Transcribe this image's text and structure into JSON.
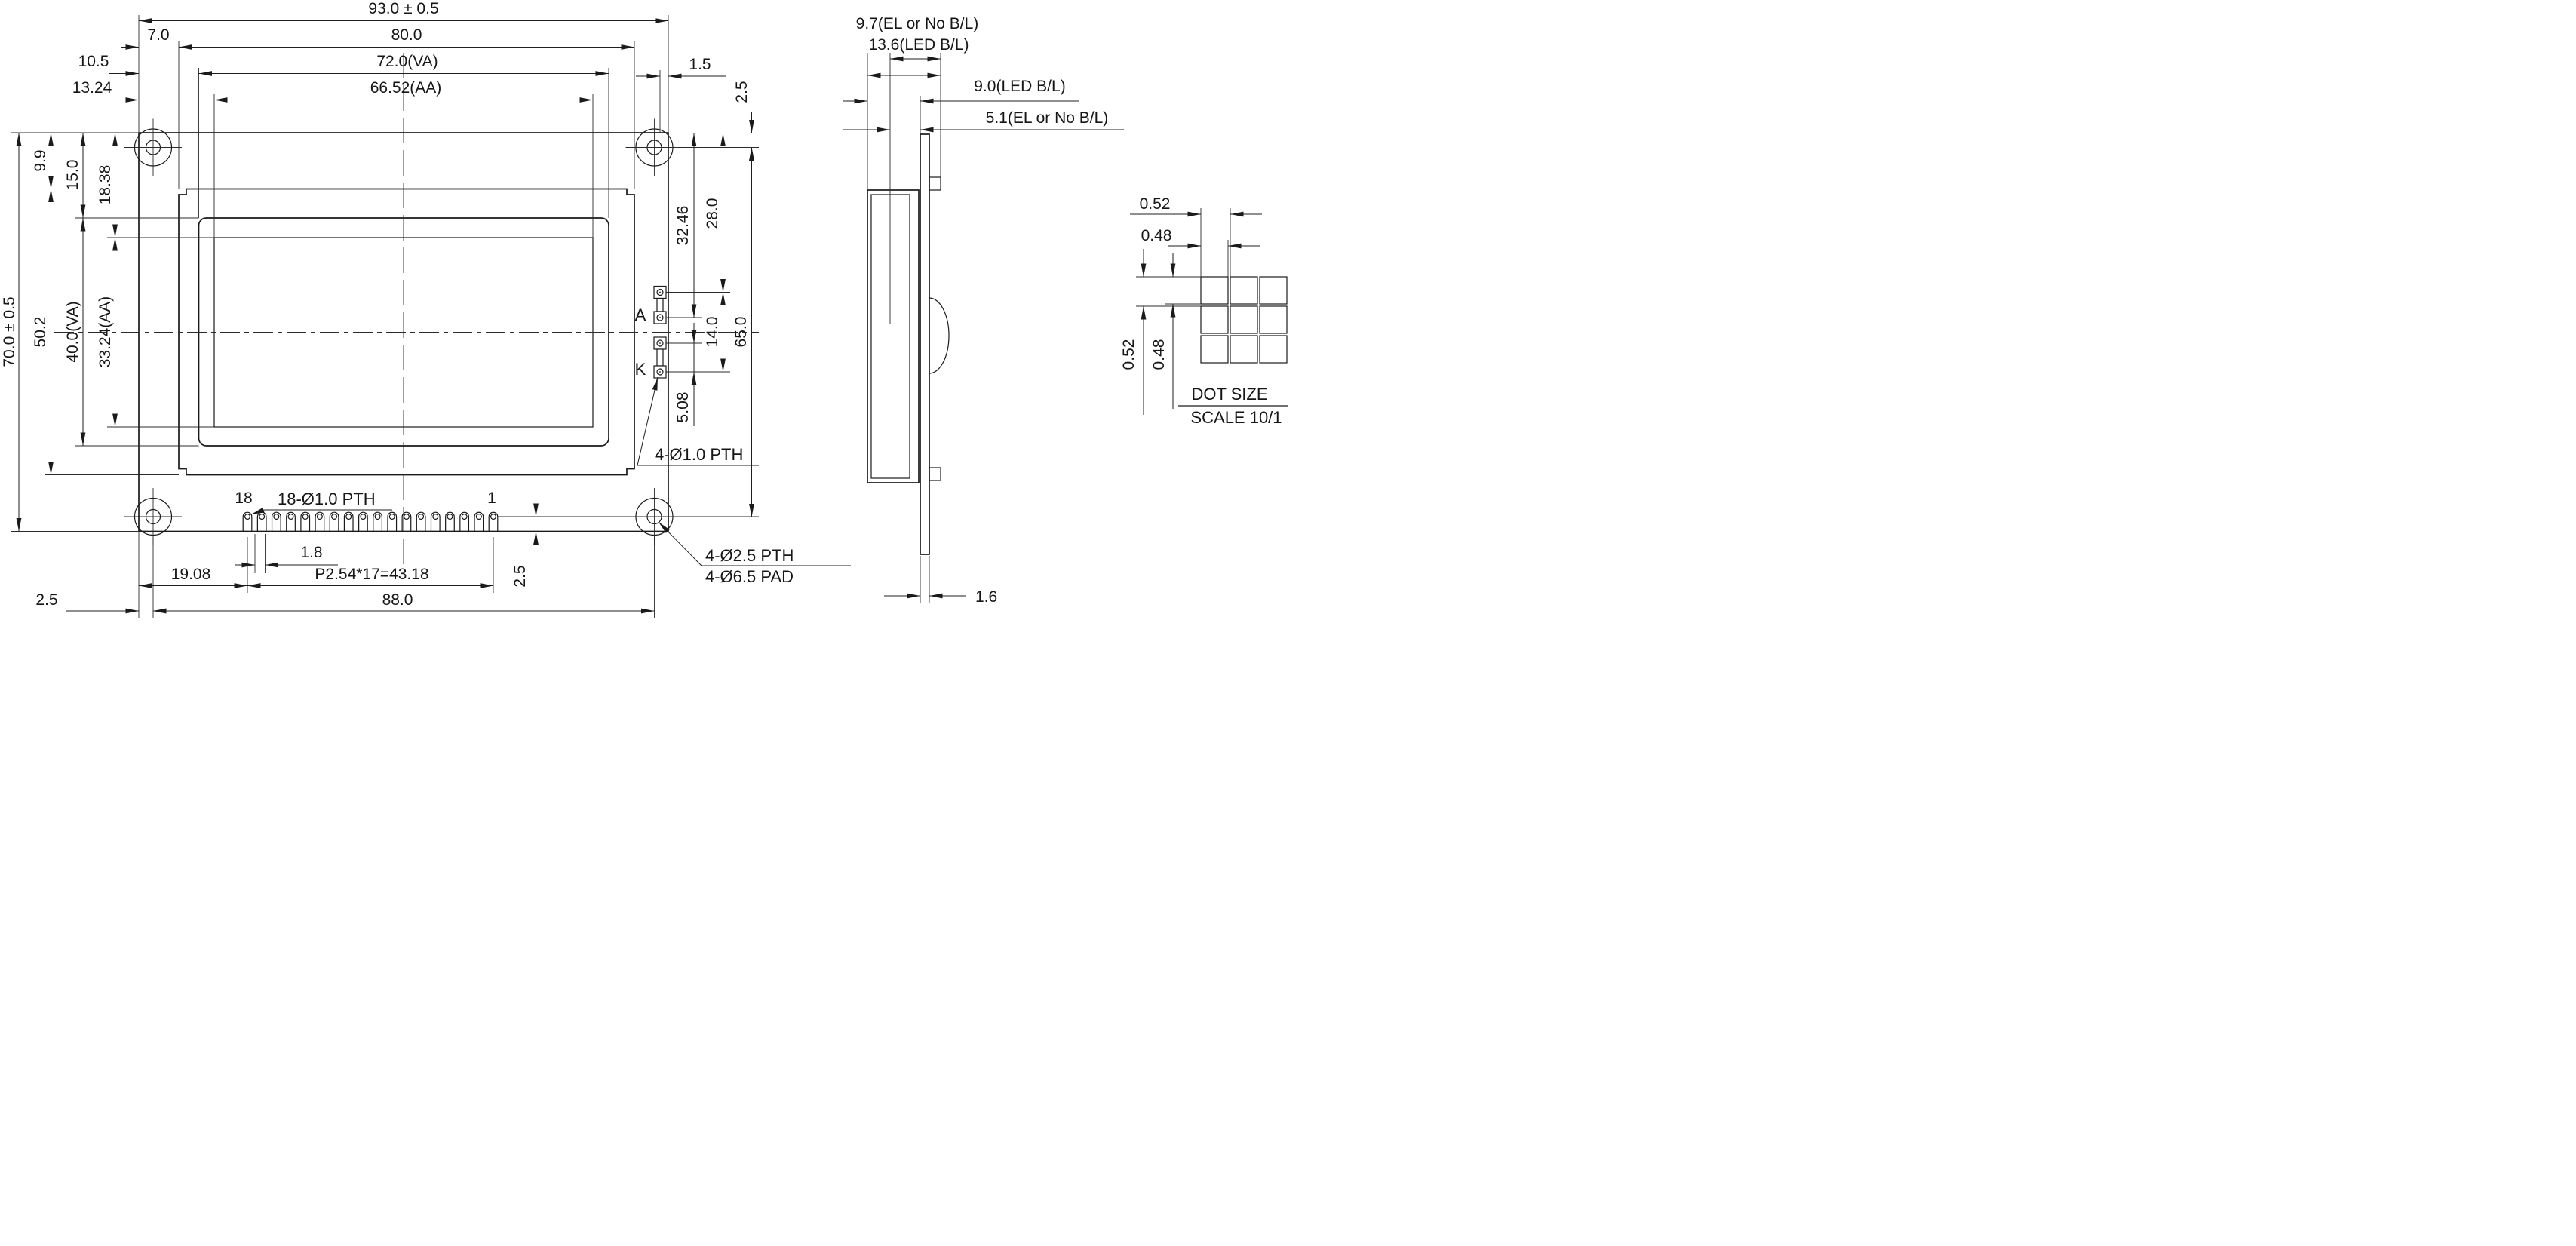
{
  "front": {
    "top": {
      "overall": "93.0 ± 0.5",
      "bezel": "80.0",
      "bezel_offset": "7.0",
      "va": "72.0(VA)",
      "va_offset": "10.5",
      "aa": "66.52(AA)",
      "aa_offset": "13.24",
      "ak_to_edge": "1.5",
      "hole_offset": "2.5"
    },
    "left": {
      "overall": "70.0 ± 0.5",
      "bezel_top": "9.9",
      "bezel": "50.2",
      "va_top": "15.0",
      "va": "40.0(VA)",
      "aa_top": "18.38",
      "aa": "33.24(AA)"
    },
    "right": {
      "a_top": "28.0",
      "a_bottom": "32.46",
      "a_to_k": "14.0",
      "k_pitch": "5.08",
      "hole_span": "65.0",
      "anode": "A",
      "cathode": "K",
      "backlight_note": "4-Ø1.0 PTH"
    },
    "bottom": {
      "pin18": "18",
      "pin1": "1",
      "pins_note": "18-Ø1.0 PTH",
      "pad_gap": "1.8",
      "pin18_offset": "19.08",
      "pitch": "P2.54*17=43.18",
      "row_offset": "2.5",
      "hole_offset": "2.5",
      "hole_span": "88.0",
      "mount_note1": "4-Ø2.5 PTH",
      "mount_note2": "4-Ø6.5 PAD"
    }
  },
  "side": {
    "el_total": "9.7(EL or No B/L)",
    "led_total": "13.6(LED B/L)",
    "led_depth": "9.0(LED B/L)",
    "el_depth": "5.1(EL or No B/L)",
    "pcb_thickness": "1.6"
  },
  "dot": {
    "pitch_h": "0.52",
    "size_h": "0.48",
    "pitch_v": "0.52",
    "size_v": "0.48",
    "title": "DOT SIZE",
    "scale": "SCALE 10/1"
  }
}
